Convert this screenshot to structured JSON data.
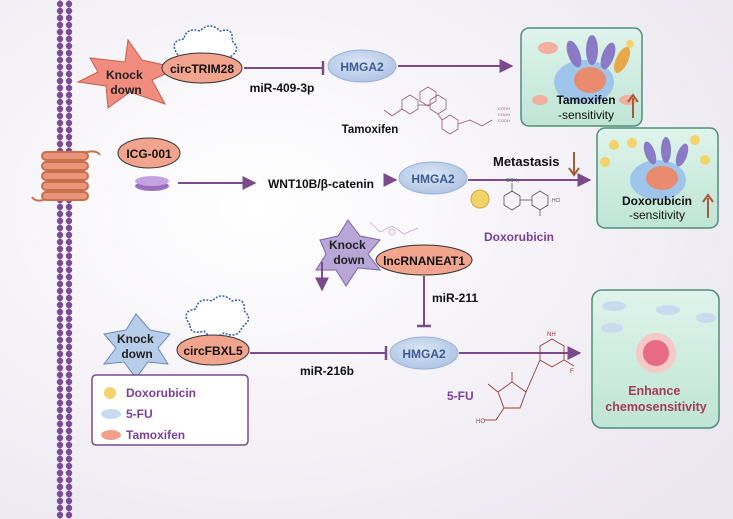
{
  "row1": {
    "knockdown": "Knock\ndown",
    "circ": "circTRIM28",
    "mir": "miR-409-3p",
    "hmga2": "HMGA2",
    "drug": "Tamoxifen",
    "outcome": "Tamoxifen",
    "outcome_sub": "-sensitivity"
  },
  "row2": {
    "icg": "ICG-001",
    "pathway": "WNT10B/β-catenin",
    "hmga2": "HMGA2",
    "metastasis": "Metastasis",
    "drug": "Doxorubicin",
    "outcome": "Doxorubicin",
    "outcome_sub": "-sensitivity"
  },
  "row3": {
    "knockdown": "Knock\ndown",
    "lnc": "lncRNANEAT1",
    "mir": "miR-211"
  },
  "row4": {
    "knockdown": "Knock\ndown",
    "circ": "circFBXL5",
    "mir": "miR-216b",
    "hmga2": "HMGA2",
    "drug": "5-FU",
    "outcome": "Enhance\nchemosensitivity"
  },
  "legend": {
    "items": [
      {
        "label": "Doxorubicin",
        "color": "#f3d36a"
      },
      {
        "label": "5-FU",
        "color": "#c9dcef"
      },
      {
        "label": "Tamoxifen",
        "color": "#f2a08a"
      }
    ]
  },
  "colors": {
    "arrow": "#7a4a8c",
    "hmga2_fill": "#b7cbe8",
    "hmga2_text": "#3f5a91",
    "pink": "#f2a48f",
    "knockdown_pink": "#f08d7e",
    "knockdown_purple": "#b8a6d6",
    "knockdown_blue": "#b8cde9",
    "box": "#c8ede0",
    "up_arrow": "#a85a3a",
    "membrane": "#7b4b97"
  }
}
